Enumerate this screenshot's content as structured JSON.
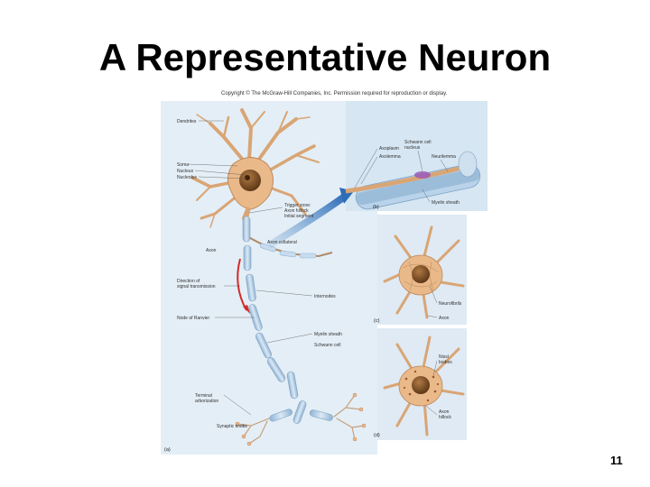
{
  "slide": {
    "title": "A Representative Neuron",
    "copyright": "Copyright © The McGraw-Hill Companies, Inc. Permission required for reproduction or display.",
    "slide_number": "11"
  },
  "figure": {
    "panel_a": {
      "tag": "(a)",
      "labels": {
        "dendrites": "Dendrites",
        "soma": "Soma",
        "nucleus": "Nucleus",
        "nucleolus": "Nucleolus",
        "trigger_zone_1": "Trigger zone:",
        "trigger_zone_2": "Axon hillock",
        "trigger_zone_3": "Initial segment",
        "axon_collateral": "Axon collateral",
        "axon": "Axon",
        "direction_1": "Direction of",
        "direction_2": "signal transmission",
        "internodes": "Internodes",
        "node_of_ranvier": "Node of Ranvier",
        "myelin_sheath": "Myelin sheath",
        "schwann_cell": "Schwann cell",
        "terminal_1": "Terminal",
        "terminal_2": "arborization",
        "synaptic_knobs": "Synaptic knobs"
      }
    },
    "panel_b": {
      "tag": "(b)",
      "labels": {
        "schwann_nucleus_1": "Schwann cell",
        "schwann_nucleus_2": "nucleus",
        "axoplasm": "Axoplasm",
        "axolemma": "Axolemma",
        "neurilemma": "Neurilemma",
        "myelin_sheath": "Myelin sheath"
      }
    },
    "panel_c": {
      "tag": "(c)",
      "labels": {
        "neurofibrils": "Neurofibrils",
        "axon": "Axon"
      }
    },
    "panel_d": {
      "tag": "(d)",
      "labels": {
        "nissl_1": "Nissl",
        "nissl_2": "bodies",
        "axon_hillock_1": "Axon",
        "axon_hillock_2": "hillock"
      }
    }
  },
  "colors": {
    "cell_body": "#e9b98a",
    "cell_outline": "#c0895a",
    "nucleus": "#8a5a2e",
    "myelin": "#a8c6e0",
    "arrow": "#d32a2a",
    "panel_bg": "#d6e6f2"
  }
}
